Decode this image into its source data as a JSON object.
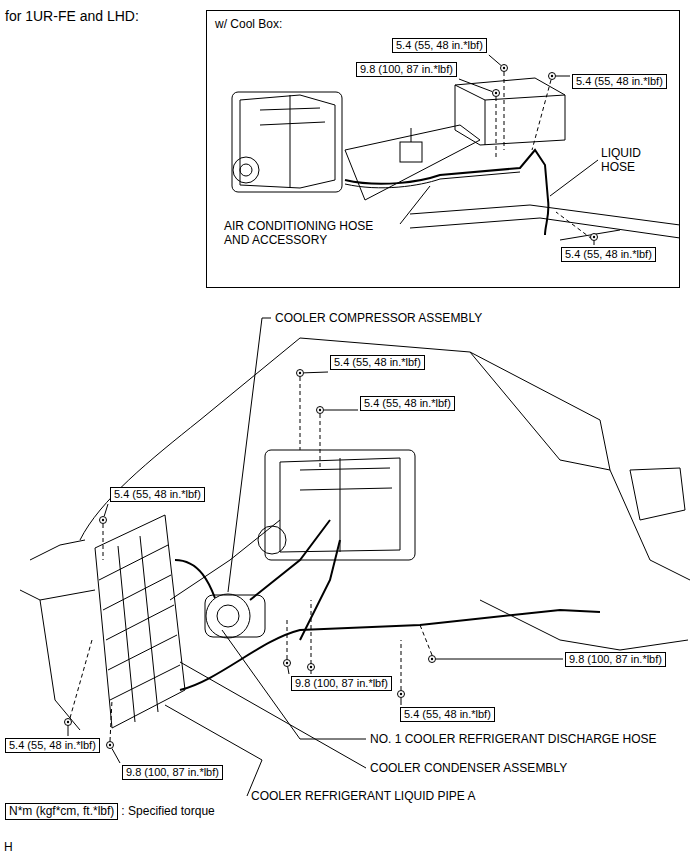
{
  "diagram": {
    "title": "for 1UR-FE and LHD:",
    "nodes": [
      {
        "text": [
          "w/ Cool Box:"
        ]
      },
      {
        "text": [
          "5.4 (55, 48 in.*lbf)"
        ],
        "in": 0
      },
      {
        "text": [
          "9.8 (100, 87 in.*lbf)"
        ],
        "in": 0
      },
      {
        "text": [
          "5.4 (55, 48 in.*lbf)"
        ],
        "in": 0
      },
      {
        "text": [
          "5.4 (55, 48 in.*lbf)"
        ],
        "in": 0
      },
      {
        "text": [
          "5.4 (55, 48 in.*lbf)"
        ]
      },
      {
        "text": [
          "5.4 (55, 48 in.*lbf)"
        ]
      },
      {
        "text": [
          "5.4 (55, 48 in.*lbf)"
        ]
      },
      {
        "text": [
          "9.8 (100, 87 in.*lbf)"
        ]
      },
      {
        "text": [
          "9.8 (100, 87 in.*lbf)"
        ]
      },
      {
        "text": [
          "5.4 (55, 48 in.*lbf)"
        ]
      },
      {
        "text": [
          "5.4 (55, 48 in.*lbf)"
        ]
      },
      {
        "text": [
          "9.8 (100, 87 in.*lbf)"
        ]
      },
      {
        "text": [
          "N*m (kgf*cm, ft.*lbf)"
        ]
      }
    ],
    "edges": [],
    "labels": [
      "LIQUID HOSE",
      "AIR CONDITIONING HOSE AND ACCESSORY",
      "COOLER COMPRESSOR ASSEMBLY",
      "NO. 1 COOLER REFRIGERANT DISCHARGE HOSE",
      "COOLER CONDENSER ASSEMBLY",
      "COOLER REFRIGERANT LIQUID PIPE A",
      ": Specified torque",
      "H"
    ]
  }
}
